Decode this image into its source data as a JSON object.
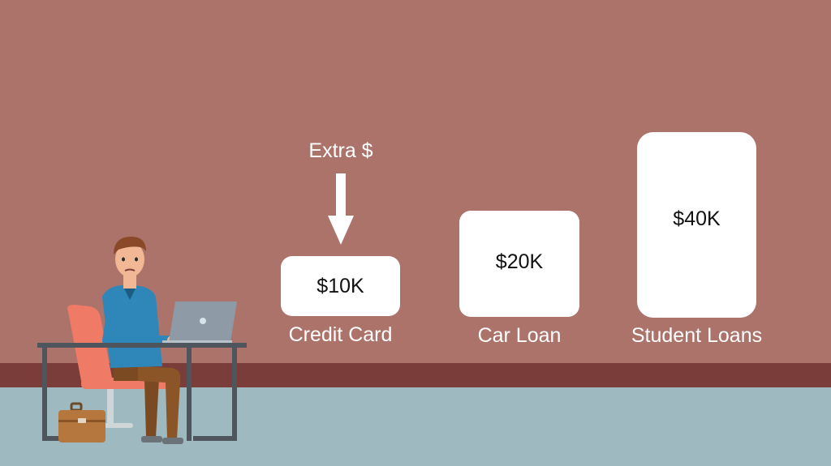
{
  "annotation": {
    "text": "Extra $"
  },
  "debts": [
    {
      "amount": "$10K",
      "label": "Credit Card"
    },
    {
      "amount": "$20K",
      "label": "Car Loan"
    },
    {
      "amount": "$40K",
      "label": "Student Loans"
    }
  ],
  "icons": {
    "arrow": "down-arrow-icon",
    "person": "person-at-laptop-illustration",
    "briefcase": "briefcase-icon"
  },
  "colors": {
    "wall": "#ac736b",
    "baseboard": "#7a3d39",
    "floor": "#9eb9bf",
    "card": "#ffffff",
    "text_dark": "#111111",
    "text_light": "#ffffff"
  }
}
